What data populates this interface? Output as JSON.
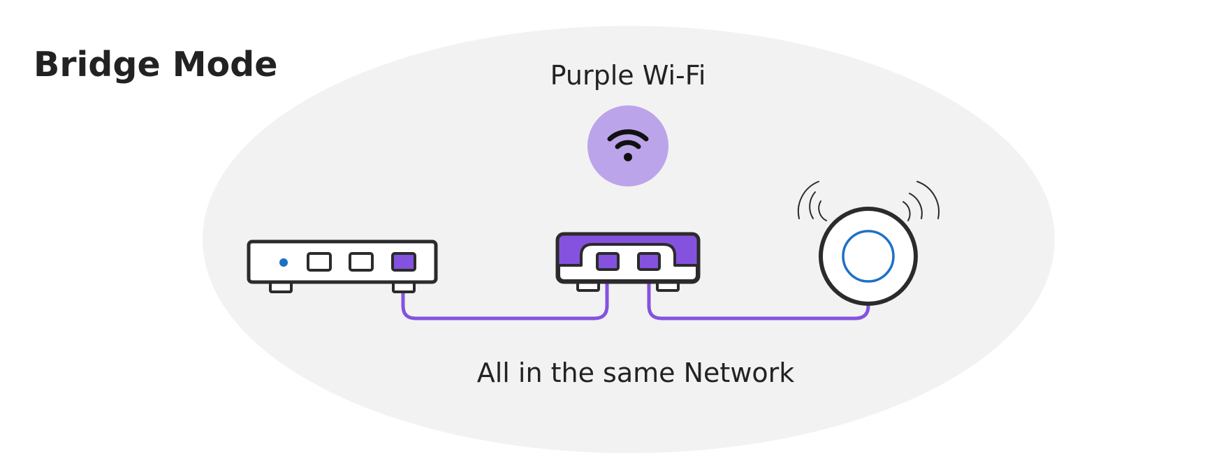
{
  "diagram": {
    "title": "Bridge Mode",
    "wifi_label": "Purple Wi-Fi",
    "network_label": "All in the same Network",
    "colors": {
      "background_ellipse": "#f2f2f2",
      "text": "#222222",
      "outline": "#2b2b2b",
      "accent_purple": "#8452df",
      "wifi_circle": "#bca4ea",
      "indicator_blue": "#1f6fc6"
    },
    "icons": [
      "wifi-icon",
      "modem-icon",
      "purple-router-icon",
      "access-point-icon",
      "signal-waves-icon"
    ]
  }
}
